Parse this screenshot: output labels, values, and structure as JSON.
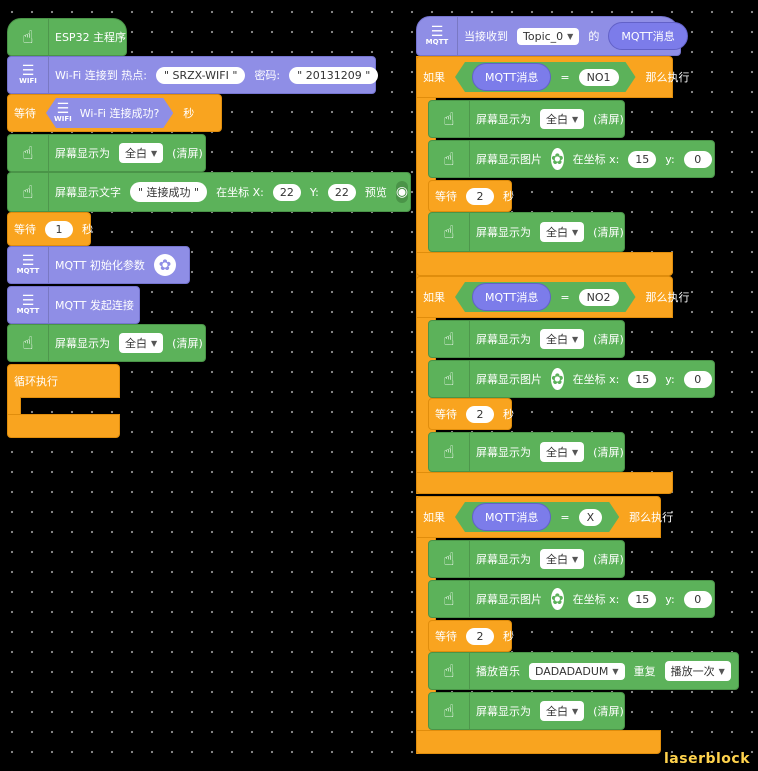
{
  "left": {
    "main_hat": "ESP32 主程序",
    "wifi_connect": {
      "prefix": "Wi-Fi 连接到 热点:",
      "ssid": "\" SRZX-WIFI \"",
      "pwd_label": "密码:",
      "pwd": "\" 20131209 \""
    },
    "wait_until": {
      "label": "等待",
      "cond": "Wi-Fi 连接成功?",
      "suffix": "秒"
    },
    "screen1": {
      "label": "屏幕显示为",
      "opt": "全白",
      "suffix": "(清屏)"
    },
    "show_text": {
      "label": "屏幕显示文字",
      "text": "\" 连接成功 \"",
      "coord": "在坐标 X:",
      "x": "22",
      "y_label": "Y:",
      "y": "22",
      "preview": "预览"
    },
    "wait1": {
      "label": "等待",
      "num": "1",
      "suffix": "秒"
    },
    "mqtt_init": "MQTT 初始化参数",
    "mqtt_connect": "MQTT 发起连接",
    "screen2": {
      "label": "屏幕显示为",
      "opt": "全白",
      "suffix": "(清屏)"
    },
    "loop": "循环执行"
  },
  "right": {
    "hat": {
      "prefix": "当接收到",
      "topic": "Topic_0",
      "mid": "的",
      "msg": "MQTT消息"
    },
    "if_label": "如果",
    "then_label": "那么执行",
    "msg_var": "MQTT消息",
    "eq": "=",
    "wait_label": "等待",
    "sec": "秒",
    "screen_label": "屏幕显示为",
    "screen_opt": "全白",
    "screen_suffix": "(清屏)",
    "img_label": "屏幕显示图片",
    "img_coord": "在坐标 x:",
    "y_label": "y:",
    "b1": {
      "val": "NO1",
      "x": "15",
      "y": "0",
      "wait": "2"
    },
    "b2": {
      "val": "NO2",
      "x": "15",
      "y": "0",
      "wait": "2"
    },
    "b3": {
      "val": "X",
      "x": "15",
      "y": "0",
      "wait": "2"
    },
    "music": {
      "label": "播放音乐",
      "song": "DADADADUM",
      "repeat": "重复",
      "mode": "播放一次"
    }
  },
  "icons": {
    "hand": "pointing-hand-icon",
    "wifi": "wifi-icon",
    "mqtt": "mqtt-icon",
    "gear": "gear-icon",
    "eye": "eye-icon",
    "caret": "caret-down-icon"
  },
  "colors": {
    "green": "#5cb25a",
    "purple": "#8f8ee6",
    "orange": "#f9a41f"
  },
  "brand": "laserblock"
}
